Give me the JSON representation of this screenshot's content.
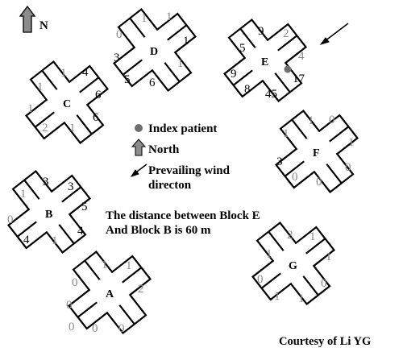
{
  "north_label": "N",
  "blocks": [
    {
      "name": "D",
      "numbers": [
        {
          "v": "0",
          "gray": true
        },
        {
          "v": "1",
          "gray": true
        },
        {
          "v": "1",
          "gray": true
        },
        {
          "v": "3",
          "gray": false
        },
        {
          "v": "1",
          "gray": false
        },
        {
          "v": "5",
          "gray": false
        },
        {
          "v": "6",
          "gray": false
        },
        {
          "v": "1",
          "gray": true
        }
      ]
    },
    {
      "name": "E",
      "numbers": [
        {
          "v": "5",
          "gray": false
        },
        {
          "v": "9",
          "gray": false
        },
        {
          "v": "2",
          "gray": true
        },
        {
          "v": "9",
          "gray": false
        },
        {
          "v": "4",
          "gray": true
        },
        {
          "v": "8",
          "gray": false
        },
        {
          "v": "45",
          "gray": false
        },
        {
          "v": "17",
          "gray": false
        }
      ]
    },
    {
      "name": "C",
      "numbers": [
        {
          "v": "1",
          "gray": true
        },
        {
          "v": "1",
          "gray": true
        },
        {
          "v": "4",
          "gray": false
        },
        {
          "v": "1",
          "gray": true
        },
        {
          "v": "6",
          "gray": false
        },
        {
          "v": "2",
          "gray": true
        },
        {
          "v": "1",
          "gray": true
        },
        {
          "v": "6",
          "gray": false
        }
      ]
    },
    {
      "name": "F",
      "numbers": [
        {
          "v": "1",
          "gray": true
        },
        {
          "v": "1",
          "gray": true
        },
        {
          "v": "0",
          "gray": true
        },
        {
          "v": "3",
          "gray": false
        },
        {
          "v": "1",
          "gray": true
        },
        {
          "v": "0",
          "gray": true
        },
        {
          "v": "0",
          "gray": true
        },
        {
          "v": "0",
          "gray": true
        }
      ]
    },
    {
      "name": "B",
      "numbers": [
        {
          "v": "1",
          "gray": true
        },
        {
          "v": "3",
          "gray": false
        },
        {
          "v": "3",
          "gray": false
        },
        {
          "v": "0",
          "gray": true
        },
        {
          "v": "5",
          "gray": false
        },
        {
          "v": "4",
          "gray": false
        },
        {
          "v": "1",
          "gray": true
        },
        {
          "v": "4",
          "gray": false
        }
      ]
    },
    {
      "name": "G",
      "numbers": [
        {
          "v": "1",
          "gray": true
        },
        {
          "v": "2",
          "gray": true
        },
        {
          "v": "1",
          "gray": true
        },
        {
          "v": "0",
          "gray": true
        },
        {
          "v": "1",
          "gray": true
        },
        {
          "v": "1",
          "gray": true
        },
        {
          "v": "1",
          "gray": true
        },
        {
          "v": "0",
          "gray": true
        }
      ]
    },
    {
      "name": "A",
      "numbers": [
        {
          "v": "0",
          "gray": true
        },
        {
          "v": "1",
          "gray": true
        },
        {
          "v": "1",
          "gray": true
        },
        {
          "v": "0",
          "gray": true
        },
        {
          "v": "2",
          "gray": true
        },
        {
          "v": "0",
          "gray": true
        },
        {
          "v": "0",
          "gray": true
        },
        {
          "v": "0",
          "gray": true
        }
      ]
    }
  ],
  "legend": {
    "index_patient": "Index patient",
    "north": "North",
    "wind_line1": "Prevailing wind",
    "wind_line2": "directon"
  },
  "distance_line1": "The distance between Block E",
  "distance_line2": "And Block B is 60 m",
  "credit": "Courtesy of Li YG",
  "colors": {
    "gray_number": "#8a8a8a",
    "index_dot": "#6e6e6e",
    "arrow_fill": "#8c8c8c",
    "ink": "#000000"
  }
}
